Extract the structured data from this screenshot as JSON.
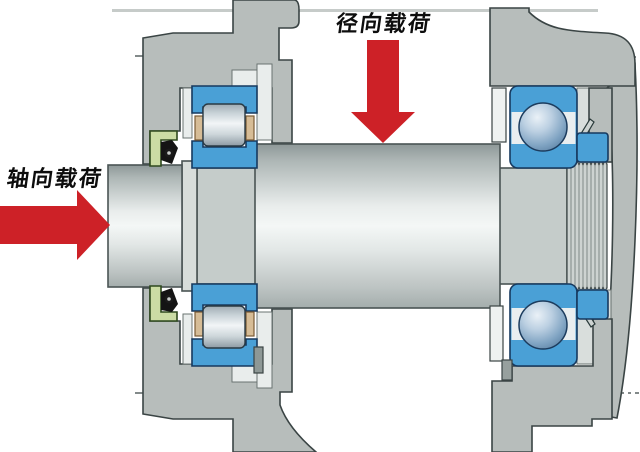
{
  "diagram": {
    "type": "bearing-arrangement-cross-section",
    "labels": {
      "radial_load": "径向载荷",
      "axial_load": "轴向载荷"
    },
    "arrows": [
      {
        "name": "radial-load-arrow",
        "direction": "down",
        "color": "#cd2127"
      },
      {
        "name": "axial-load-arrow",
        "direction": "right",
        "color": "#cd2127"
      }
    ],
    "colors": {
      "background": "#ffffff",
      "housing_gray": "#b7bdbb",
      "outline_dark": "#3a4444",
      "bearing_blue": "#4aa0d6",
      "bearing_blue_outline": "#16395f",
      "seal_green": "#cbdca4",
      "seal_green_outline": "#2f4a1e",
      "seal_lip_black": "#141414",
      "cage_tan": "#d6bc96",
      "shaft_light": "#f3f6f6",
      "shaft_dark": "#8e9898",
      "arrow_red": "#cd2127",
      "frame_line": "#c6cbc9",
      "centerline": "#5a6464"
    },
    "parts": [
      "housing-flange-left",
      "housing-flange-right",
      "shaft",
      "cylindrical-roller-bearing",
      "deep-groove-ball-bearing",
      "radial-shaft-seal",
      "roller-cage",
      "lock-nut",
      "lock-washer-tab",
      "threaded-shaft-end"
    ]
  }
}
